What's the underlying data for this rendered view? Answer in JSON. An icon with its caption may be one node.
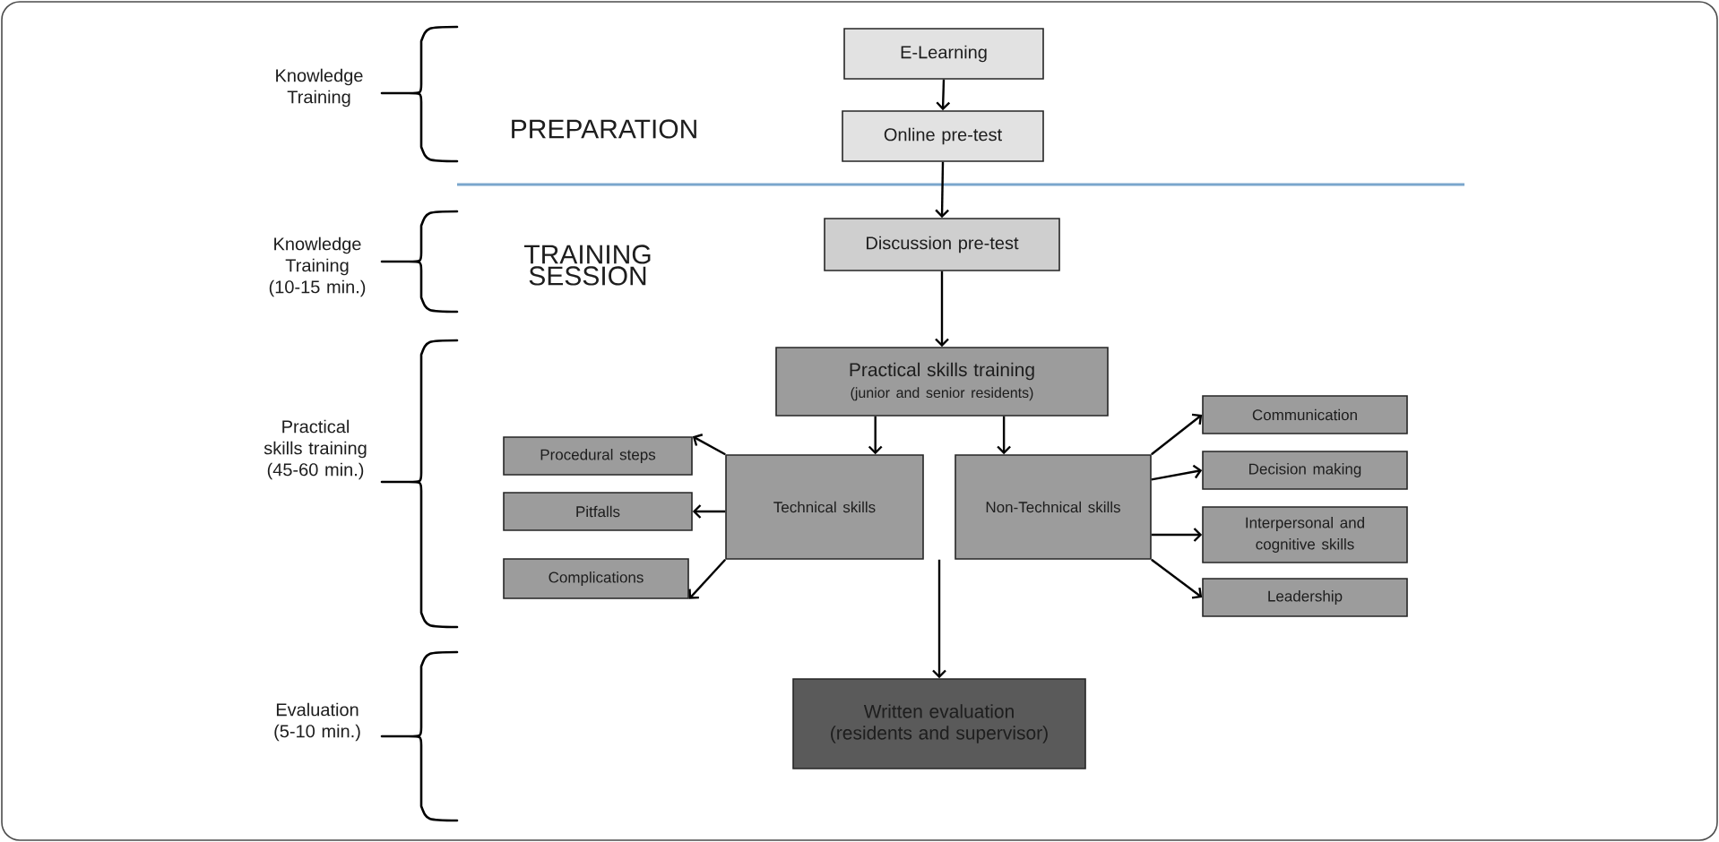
{
  "diagram": {
    "nodes": [
      {
        "text": [
          "E-Learning"
        ]
      },
      {
        "text": [
          "Online pre-test"
        ]
      },
      {
        "text": [
          "Discussion pre-test"
        ]
      },
      {
        "text": [
          "Practical skills training",
          "(junior and senior residents)"
        ]
      },
      {
        "text": [
          "Technical skills"
        ]
      },
      {
        "text": [
          "Non-Technical skills"
        ]
      },
      {
        "text": [
          "Procedural steps"
        ]
      },
      {
        "text": [
          "Pitfalls"
        ]
      },
      {
        "text": [
          "Complications"
        ]
      },
      {
        "text": [
          "Communication"
        ]
      },
      {
        "text": [
          "Decision making"
        ]
      },
      {
        "text": [
          "Interpersonal and cognitive skills"
        ]
      },
      {
        "text": [
          "Leadership"
        ]
      },
      {
        "text": [
          "Written evaluation",
          "(residents and supervisor)"
        ]
      }
    ],
    "edges": [
      {
        "from": 0,
        "to": 1,
        "arrow": "to"
      },
      {
        "from": 1,
        "to": 2,
        "arrow": "to"
      },
      {
        "from": 2,
        "to": 3,
        "arrow": "to"
      },
      {
        "from": 3,
        "to": 4,
        "arrow": "to"
      },
      {
        "from": 3,
        "to": 5,
        "arrow": "to"
      },
      {
        "from": 4,
        "to": 6,
        "arrow": "to"
      },
      {
        "from": 4,
        "to": 7,
        "arrow": "to"
      },
      {
        "from": 4,
        "to": 8,
        "arrow": "to"
      },
      {
        "from": 5,
        "to": 9,
        "arrow": "to"
      },
      {
        "from": 5,
        "to": 10,
        "arrow": "to"
      },
      {
        "from": 5,
        "to": 11,
        "arrow": "to"
      },
      {
        "from": 5,
        "to": 12,
        "arrow": "to"
      },
      {
        "from": 4,
        "to": 13,
        "arrow": "to"
      },
      {
        "from": 5,
        "to": 13,
        "arrow": "to"
      }
    ],
    "labels": [
      "Knowledge Training",
      "PREPARATION",
      "Knowledge Training (10-15 min.)",
      "TRAINING SESSION",
      "Practical skills training (45-60 min.)",
      "Evaluation (5-10 min.)"
    ]
  }
}
